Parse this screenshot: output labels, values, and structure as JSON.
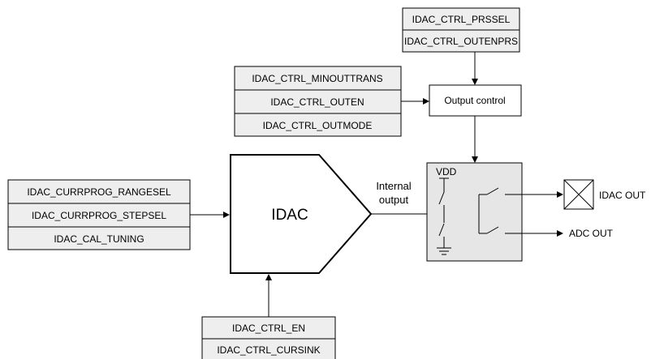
{
  "prs_block": {
    "row1": "IDAC_CTRL_PRSSEL",
    "row2": "IDAC_CTRL_OUTENPRS"
  },
  "ctrl_block": {
    "row1": "IDAC_CTRL_MINOUTTRANS",
    "row2": "IDAC_CTRL_OUTEN",
    "row3": "IDAC_CTRL_OUTMODE"
  },
  "output_control": "Output control",
  "prog_block": {
    "row1": "IDAC_CURRPROG_RANGESEL",
    "row2": "IDAC_CURRPROG_STEPSEL",
    "row3": "IDAC_CAL_TUNING"
  },
  "idac_label": "IDAC",
  "internal_output": {
    "line1": "Internal",
    "line2": "output"
  },
  "vdd": "VDD",
  "outputs": {
    "idac_out": "IDAC OUT",
    "adc_out": "ADC OUT"
  },
  "en_block": {
    "row1": "IDAC_CTRL_EN",
    "row2": "IDAC_CTRL_CURSINK"
  },
  "colors": {
    "register_fill": "#eeeeee",
    "switch_box_fill": "#e6e6e6",
    "line": "#000000"
  }
}
